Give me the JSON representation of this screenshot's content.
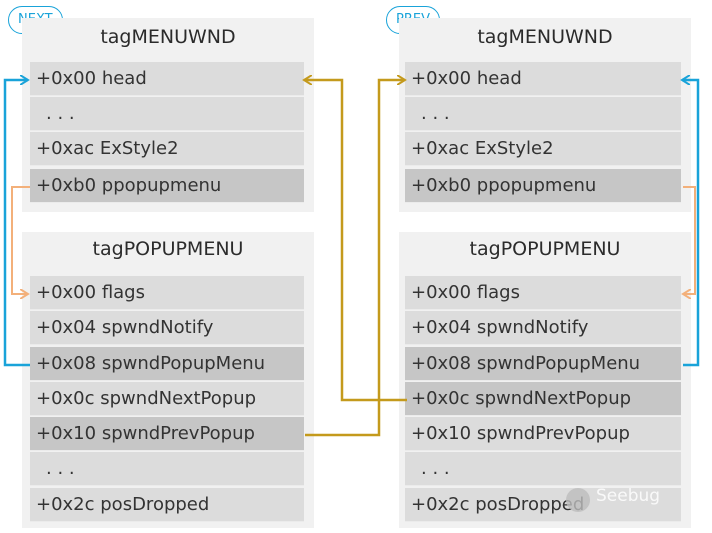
{
  "left": {
    "badge": "NEXT",
    "menuwnd": {
      "title": "tagMENUWND",
      "rows": [
        "+0x00 head",
        ". . .",
        "+0xac ExStyle2",
        "+0xb0 ppopupmenu"
      ]
    },
    "popupmenu": {
      "title": "tagPOPUPMENU",
      "rows": [
        "+0x00 flags",
        "+0x04 spwndNotify",
        "+0x08 spwndPopupMenu",
        "+0x0c spwndNextPopup",
        "+0x10 spwndPrevPopup",
        ". . .",
        "+0x2c posDropped"
      ]
    }
  },
  "right": {
    "badge": "PREV",
    "menuwnd": {
      "title": "tagMENUWND",
      "rows": [
        "+0x00 head",
        ". . .",
        "+0xac ExStyle2",
        "+0xb0 ppopupmenu"
      ]
    },
    "popupmenu": {
      "title": "tagPOPUPMENU",
      "rows": [
        "+0x00 flags",
        "+0x04 spwndNotify",
        "+0x08 spwndPopupMenu",
        "+0x0c spwndNextPopup",
        "+0x10 spwndPrevPopup",
        ". . .",
        "+0x2c posDropped"
      ]
    }
  },
  "watermark": "Seebug",
  "colors": {
    "blue": "#19a3d9",
    "gold": "#c49a1c",
    "orange": "#f3b07a",
    "row": "#dcdcdc",
    "row_dark": "#c6c6c6"
  }
}
